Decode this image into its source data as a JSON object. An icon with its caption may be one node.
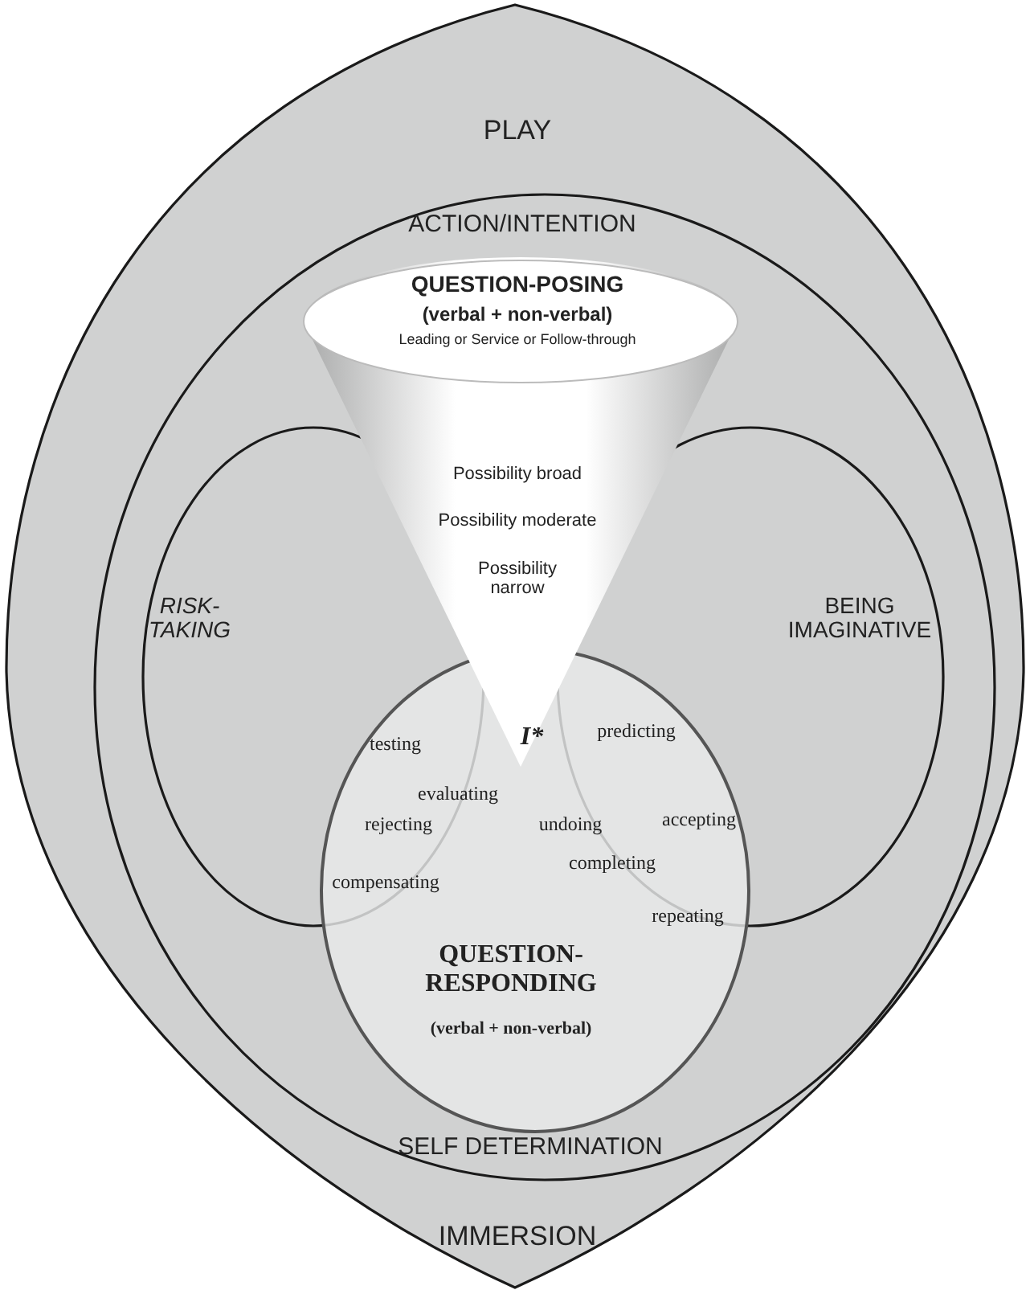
{
  "diagram": {
    "nodes": [
      {
        "text": [
          "PLAY",
          "IMMERSION"
        ]
      },
      {
        "text": [
          "ACTION/INTENTION",
          "SELF DETERMINATION"
        ],
        "in": 0
      },
      {
        "text": [
          "QUESTION-POSING",
          "(verbal + non-verbal)",
          "Leading or Service or Follow-through",
          "Possibility broad",
          "Possibility moderate",
          "Possibility narrow"
        ],
        "in": 1
      },
      {
        "text": [
          "RISK-TAKING"
        ],
        "in": 1
      },
      {
        "text": [
          "BEING IMAGINATIVE"
        ],
        "in": 1
      },
      {
        "text": [
          "QUESTION-RESPONDING",
          "(verbal + non-verbal)"
        ],
        "in": 1
      }
    ],
    "labels": [
      "testing",
      "I*",
      "predicting",
      "evaluating",
      "rejecting",
      "undoing",
      "accepting",
      "completing",
      "compensating",
      "repeating"
    ]
  }
}
